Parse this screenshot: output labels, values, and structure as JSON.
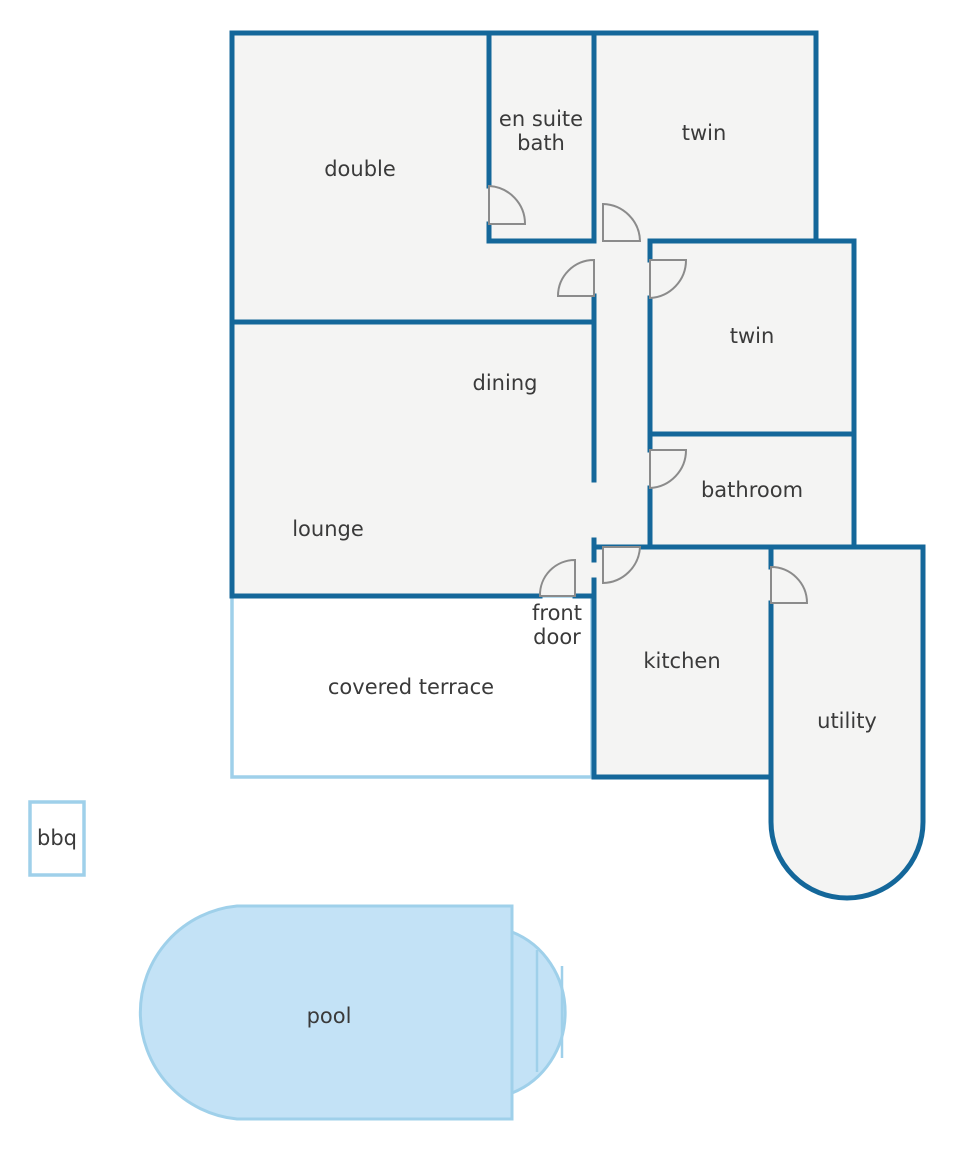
{
  "rooms": {
    "double": "double",
    "en_suite_line1": "en suite",
    "en_suite_line2": "bath",
    "twin_top": "twin",
    "twin_middle": "twin",
    "dining": "dining",
    "lounge": "lounge",
    "bathroom": "bathroom",
    "front_door_line1": "front",
    "front_door_line2": "door",
    "covered_terrace": "covered terrace",
    "kitchen": "kitchen",
    "utility": "utility",
    "bbq": "bbq",
    "pool": "pool"
  },
  "colors": {
    "wall": "#14679a",
    "outdoor_outline": "#9fd0ea",
    "room_fill": "#f4f4f3",
    "pool_fill": "#c3e2f6",
    "door_swing": "#8b8b8b"
  }
}
